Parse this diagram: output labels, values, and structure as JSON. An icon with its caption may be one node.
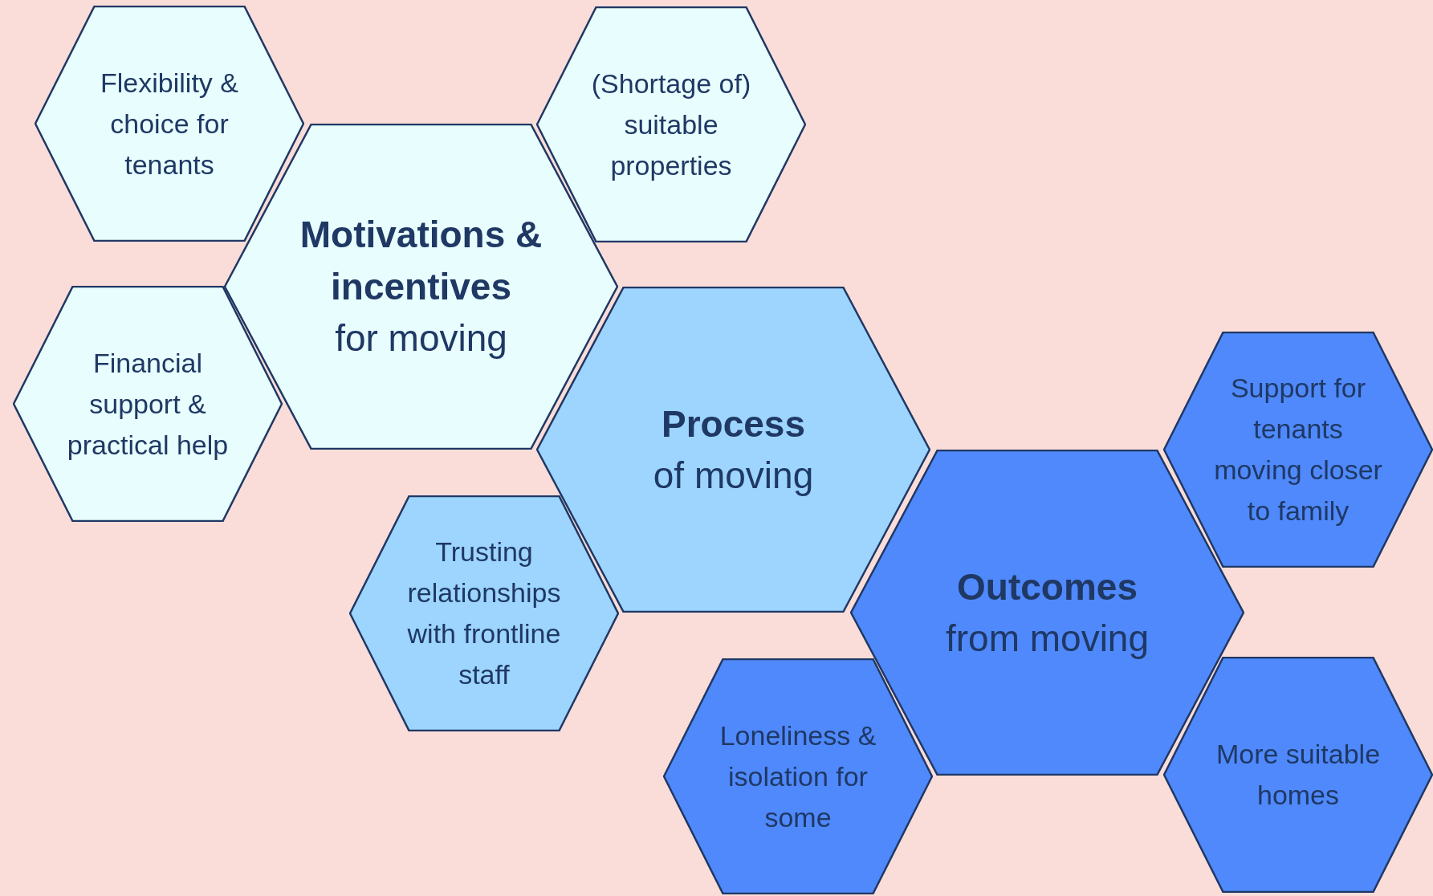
{
  "diagram": {
    "nodes": [
      {
        "text": [
          "Flexibility & choice for tenants"
        ]
      },
      {
        "text": [
          "(Shortage of) suitable properties"
        ]
      },
      {
        "text": [
          "Motivations & incentives",
          "for moving"
        ]
      },
      {
        "text": [
          "Financial support & practical help"
        ]
      },
      {
        "text": [
          "Process",
          "of moving"
        ]
      },
      {
        "text": [
          "Support for tenants moving closer to family"
        ]
      },
      {
        "text": [
          "Trusting relationships with frontline staff"
        ]
      },
      {
        "text": [
          "Outcomes",
          "from moving"
        ]
      },
      {
        "text": [
          "Loneliness & isolation for some"
        ]
      },
      {
        "text": [
          "More suitable homes"
        ]
      }
    ]
  }
}
